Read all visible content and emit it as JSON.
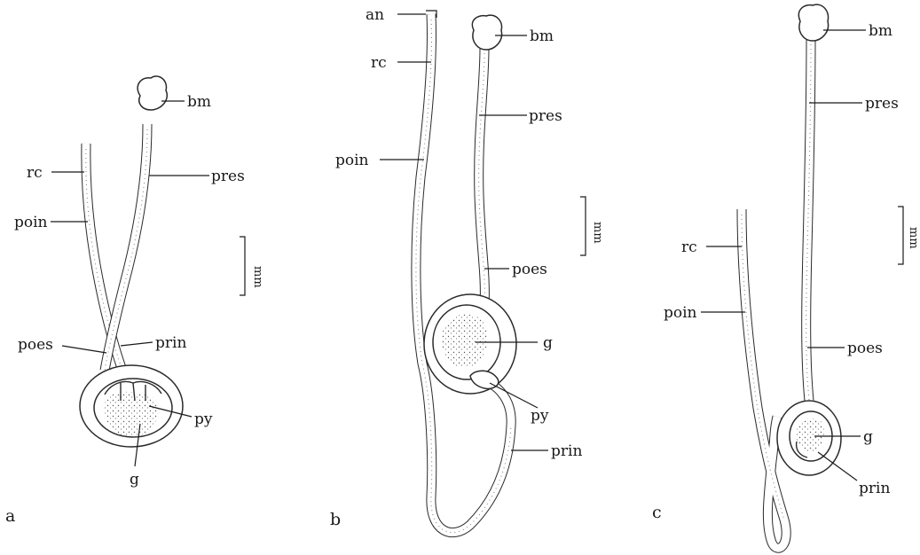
{
  "figure": {
    "panels": [
      {
        "letter": "a",
        "labels": {
          "bm": "bm",
          "rc": "rc",
          "pres": "pres",
          "poin": "poin",
          "poes": "poes",
          "prin": "prin",
          "py": "py",
          "g": "g"
        },
        "scale_label": "mm"
      },
      {
        "letter": "b",
        "labels": {
          "an": "an",
          "bm": "bm",
          "rc": "rc",
          "pres": "pres",
          "poin": "poin",
          "poes": "poes",
          "g": "g",
          "py": "py",
          "prin": "prin"
        },
        "scale_label": "mm"
      },
      {
        "letter": "c",
        "labels": {
          "bm": "bm",
          "pres": "pres",
          "rc": "rc",
          "poin": "poin",
          "poes": "poes",
          "g": "g",
          "prin": "prin"
        },
        "scale_label": "mm"
      }
    ]
  }
}
